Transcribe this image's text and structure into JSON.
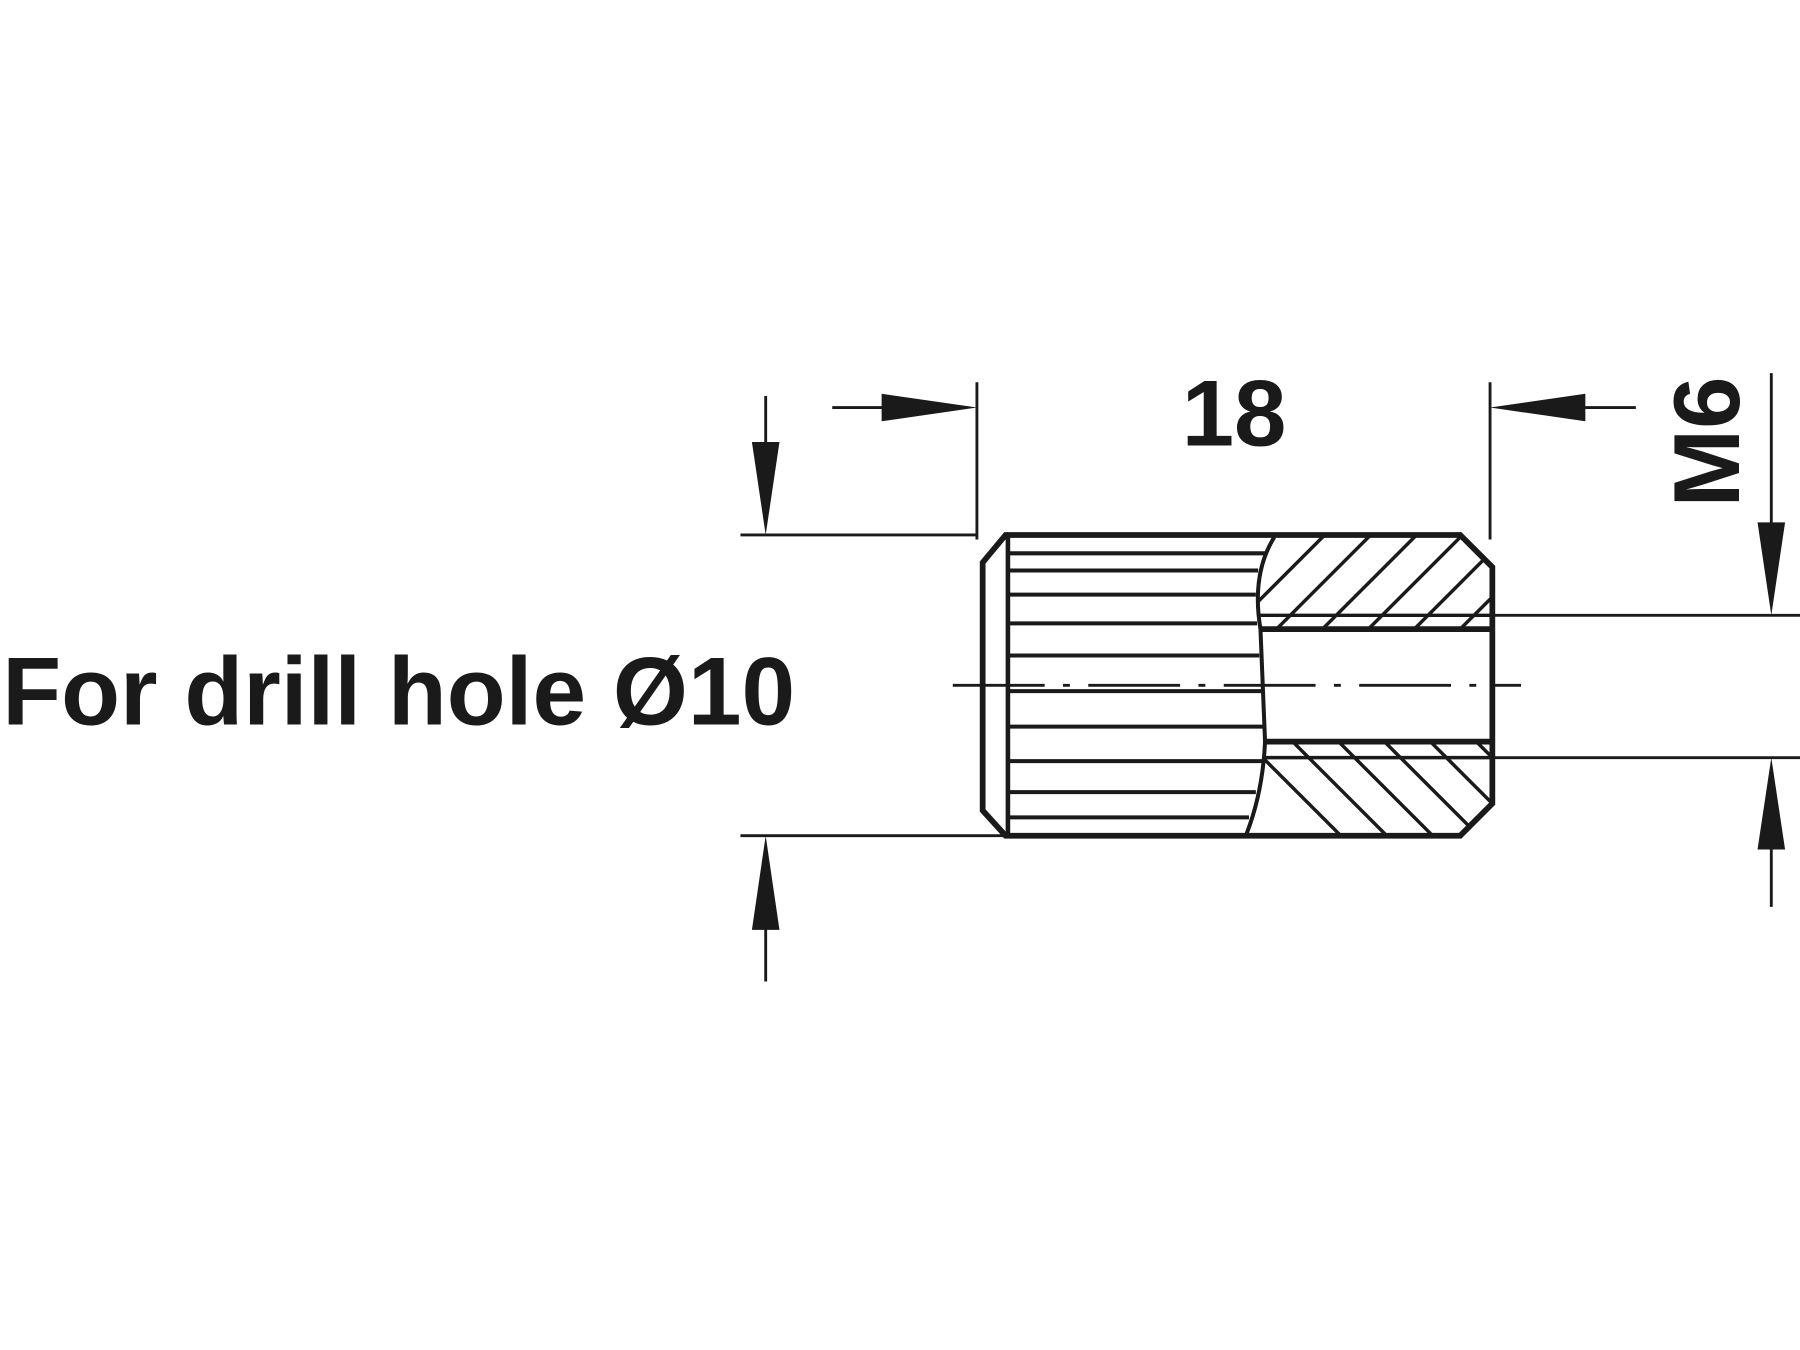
{
  "labels": {
    "length": "18",
    "thread": "M6",
    "drill_hole": "For drill hole Ø10"
  },
  "colors": {
    "line": "#1a1a1a",
    "background": "#ffffff"
  }
}
